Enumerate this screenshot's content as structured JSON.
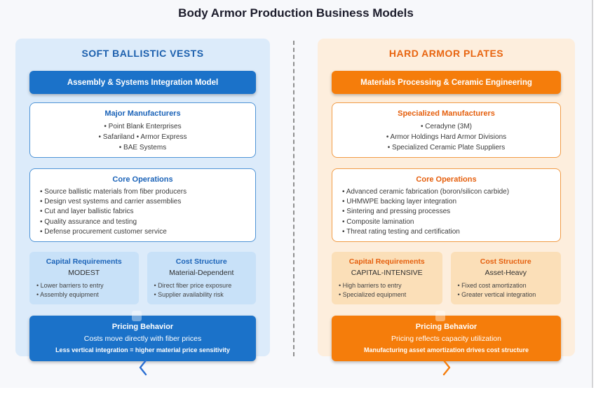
{
  "title": "Body Armor Production Business Models",
  "colors": {
    "blue_accent": "#1b72c9",
    "blue_heading": "#1b5fad",
    "blue_panel_bg": "#dcebfa",
    "blue_subcard_bg": "#c8e1f8",
    "orange_accent": "#f57d0b",
    "orange_heading": "#e8640f",
    "orange_panel_bg": "#fdeedd",
    "orange_subcard_bg": "#fbdfb8",
    "page_bg": "#f7f8fb"
  },
  "panels": {
    "left": {
      "heading": "SOFT BALLISTIC VESTS",
      "model_label": "Assembly & Systems Integration Model",
      "manufacturers": {
        "heading": "Major Manufacturers",
        "items": [
          "Point Blank Enterprises",
          "Safariland • Armor Express",
          "BAE Systems"
        ]
      },
      "core_operations": {
        "heading": "Core Operations",
        "items": [
          "Source ballistic materials from fiber producers",
          "Design vest systems and carrier assemblies",
          "Cut and layer ballistic fabrics",
          "Quality assurance and testing",
          "Defense procurement customer service"
        ]
      },
      "capital": {
        "heading": "Capital Requirements",
        "level": "MODEST",
        "items": [
          "Lower barriers to entry",
          "Assembly equipment"
        ]
      },
      "cost": {
        "heading": "Cost Structure",
        "level": "Material-Dependent",
        "items": [
          "Direct fiber price exposure",
          "Supplier availability risk"
        ]
      },
      "pricing": {
        "heading": "Pricing Behavior",
        "line1": "Costs move directly with fiber prices",
        "line2": "Less vertical integration = higher material price sensitivity"
      }
    },
    "right": {
      "heading": "HARD ARMOR PLATES",
      "model_label": "Materials Processing & Ceramic Engineering",
      "manufacturers": {
        "heading": "Specialized Manufacturers",
        "items": [
          "Ceradyne (3M)",
          "Armor Holdings Hard Armor Divisions",
          "Specialized Ceramic Plate Suppliers"
        ]
      },
      "core_operations": {
        "heading": "Core Operations",
        "items": [
          "Advanced ceramic fabrication (boron/silicon carbide)",
          "UHMWPE backing layer integration",
          "Sintering and pressing processes",
          "Composite lamination",
          "Threat rating testing and certification"
        ]
      },
      "capital": {
        "heading": "Capital Requirements",
        "level": "CAPITAL-INTENSIVE",
        "items": [
          "High barriers to entry",
          "Specialized equipment"
        ]
      },
      "cost": {
        "heading": "Cost Structure",
        "level": "Asset-Heavy",
        "items": [
          "Fixed cost amortization",
          "Greater vertical integration"
        ]
      },
      "pricing": {
        "heading": "Pricing Behavior",
        "line1": "Pricing reflects capacity utilization",
        "line2": "Manufacturing asset amortization drives cost structure"
      }
    }
  }
}
